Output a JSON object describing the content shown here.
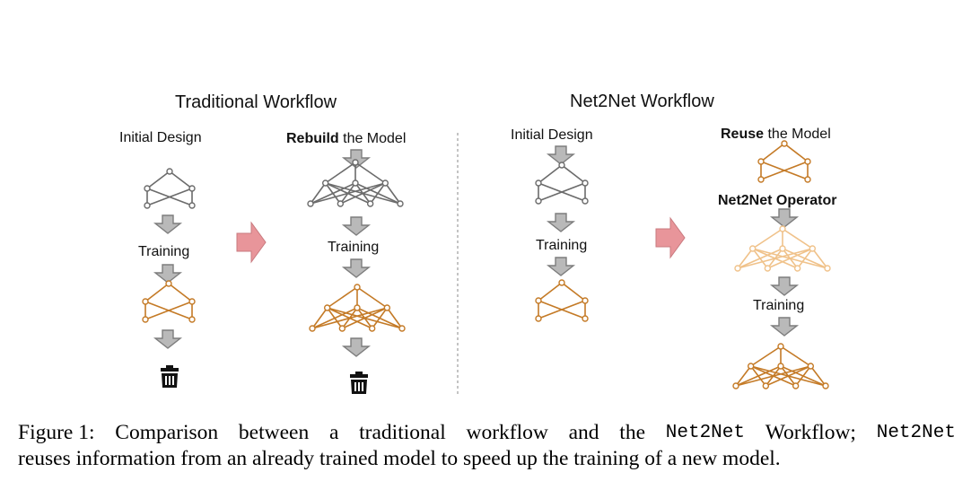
{
  "figure": {
    "traditional": {
      "title": "Traditional Workflow",
      "initial_design": "Initial Design",
      "rebuild_bold": "Rebuild",
      "rebuild_rest": " the Model",
      "training_left": "Training",
      "training_right": "Training"
    },
    "net2net": {
      "title": "Net2Net Workflow",
      "initial_design": "Initial Design",
      "reuse_bold": "Reuse",
      "reuse_rest": " the Model",
      "training_left": "Training",
      "operator": "Net2Net Operator",
      "training_right": "Training"
    },
    "colors": {
      "untrained": "#6b6b6b",
      "trained": "#c47a26",
      "transformed": "#f0c28a",
      "flow_arrow": "#e8959a",
      "step_arrow": "#9a9a9a"
    },
    "icons": [
      "trash-icon",
      "network-icon",
      "down-arrow-icon",
      "right-arrow-icon"
    ]
  },
  "caption": {
    "label": "Figure 1:",
    "w1": "Comparison",
    "w2": "between",
    "w3": "a",
    "w4": "traditional",
    "w5": "workflow",
    "w6": "and",
    "w7": "the",
    "code1": "Net2Net",
    "w8": "Workflow;",
    "code2": "Net2Net",
    "line2": "reuses information from an already trained model to speed up the training of a new model."
  }
}
